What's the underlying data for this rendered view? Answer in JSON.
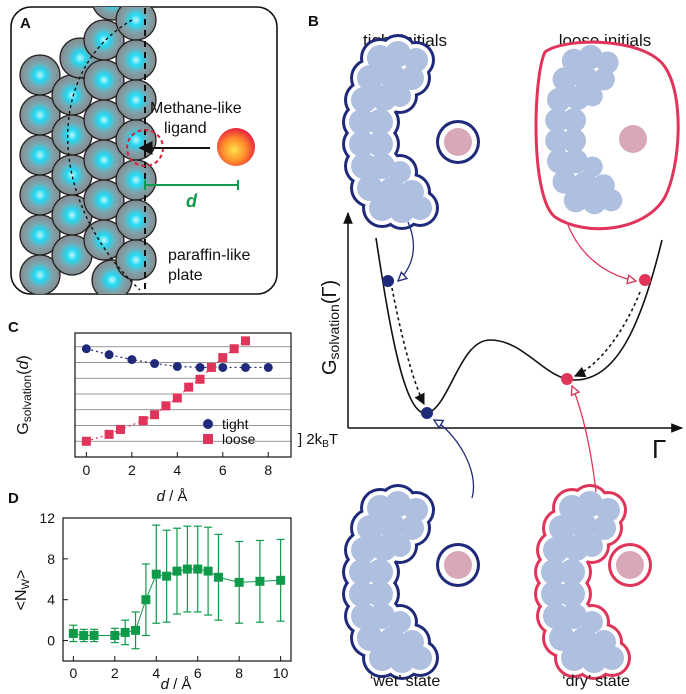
{
  "panels": {
    "a": {
      "letter": "A",
      "ligand_label_line1": "Methane-like",
      "ligand_label_line2": "ligand",
      "distance_symbol": "d",
      "plate_label_line1": "paraffin-like",
      "plate_label_line2": "plate"
    },
    "b": {
      "letter": "B",
      "tight_title": "tight initials",
      "loose_title": "loose initials",
      "ylabel_main": "G",
      "ylabel_sub": "solvation",
      "ylabel_arg": "(Γ)",
      "xlabel": "Γ",
      "wet_label": "‘wet’ state",
      "dry_label": "‘dry’ state"
    },
    "c": {
      "letter": "C",
      "ylabel_main": "G",
      "ylabel_sub": "solvation",
      "ylabel_arg": "d",
      "xlabel_var": "d",
      "xlabel_unit": " / Å",
      "scale_label_pre": "] 2k",
      "scale_label_sub": "B",
      "scale_label_post": "T",
      "legend_tight": "tight",
      "legend_loose": "loose"
    },
    "d": {
      "letter": "D",
      "ylabel_pre": "<N",
      "ylabel_sub": "W",
      "ylabel_post": ">",
      "xlabel_var": "d",
      "xlabel_unit": " / Å"
    }
  },
  "colors": {
    "navy": "#1f2a7a",
    "crimson": "#e0345a",
    "green": "#0f9a4a",
    "green_dark": "#0a6e34",
    "sphere_gray": "#8a9296",
    "sphere_core": "#22d8f0",
    "protein_blue": "#aebfe0",
    "ligand_pink": "#d9a8b8"
  },
  "chart_data": [
    {
      "panel": "C",
      "type": "scatter",
      "xlabel": "d / Å",
      "ylabel": "Gsolvation(d)",
      "xlim": [
        -0.5,
        9
      ],
      "xticks": [
        0,
        2,
        4,
        6,
        8
      ],
      "grid": "horizontal",
      "legend_position": "bottom-right",
      "series": [
        {
          "name": "tight",
          "marker": "circle",
          "color": "#1f2a7a",
          "x": [
            0,
            1,
            2,
            3,
            4,
            5,
            6,
            7,
            8
          ],
          "y": [
            3.1,
            2.8,
            2.55,
            2.35,
            2.2,
            2.15,
            2.15,
            2.15,
            2.15
          ]
        },
        {
          "name": "loose",
          "marker": "square",
          "color": "#e0345a",
          "x": [
            0,
            1,
            1.5,
            2.5,
            3,
            3.5,
            4,
            4.5,
            5,
            5.5,
            6,
            6.5,
            7
          ],
          "y": [
            -1.6,
            -1.25,
            -1.0,
            -0.55,
            -0.25,
            0.2,
            0.6,
            1.15,
            1.55,
            2.15,
            2.65,
            3.1,
            3.5
          ]
        }
      ]
    },
    {
      "panel": "D",
      "type": "scatter",
      "xlabel": "d / Å",
      "ylabel": "<NW>",
      "xlim": [
        -0.5,
        10.5
      ],
      "ylim": [
        -2,
        12
      ],
      "xticks": [
        0,
        2,
        4,
        6,
        8,
        10
      ],
      "yticks": [
        0,
        4,
        8,
        12
      ],
      "series": [
        {
          "color": "#0f9a4a",
          "x": [
            0,
            0.5,
            1,
            2,
            2.5,
            3,
            3.5,
            4,
            4.5,
            5,
            5.5,
            6,
            6.5,
            7,
            8,
            9,
            10
          ],
          "y": [
            0.7,
            0.5,
            0.5,
            0.5,
            0.8,
            1.0,
            4.0,
            6.5,
            6.3,
            6.8,
            7.0,
            7.0,
            6.8,
            6.2,
            5.7,
            5.8,
            5.9
          ],
          "err": [
            0.8,
            0.6,
            0.6,
            0.7,
            1.2,
            1.8,
            3.5,
            4.8,
            4.5,
            4.2,
            4.2,
            4.2,
            4.3,
            4.2,
            4.0,
            4.0,
            4.0
          ]
        }
      ]
    }
  ]
}
